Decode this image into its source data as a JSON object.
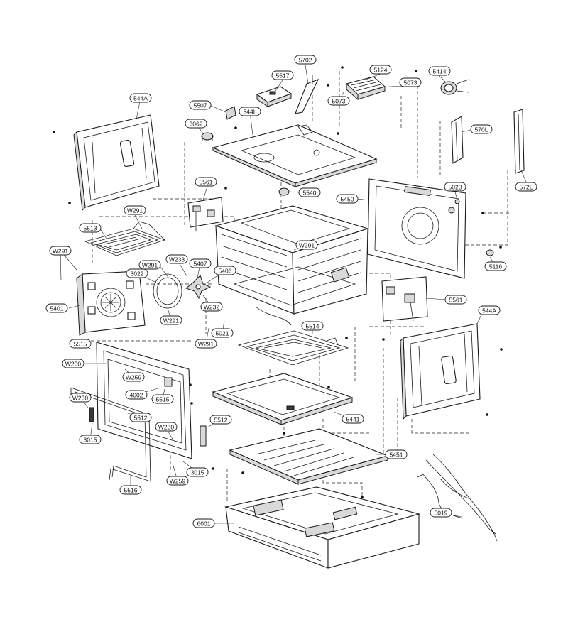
{
  "parts": [
    {
      "id": "p-5702",
      "label": "5702"
    },
    {
      "id": "p-5517",
      "label": "5517"
    },
    {
      "id": "p-5124",
      "label": "5124"
    },
    {
      "id": "p-5414",
      "label": "5414"
    },
    {
      "id": "p-5073a",
      "label": "5073"
    },
    {
      "id": "p-5073b",
      "label": "5073"
    },
    {
      "id": "p-544A-top",
      "label": "544A"
    },
    {
      "id": "p-5507",
      "label": "5507"
    },
    {
      "id": "p-544L",
      "label": "544L"
    },
    {
      "id": "p-3062",
      "label": "3062"
    },
    {
      "id": "p-570L",
      "label": "570L"
    },
    {
      "id": "p-5561-top",
      "label": "5561"
    },
    {
      "id": "p-5540",
      "label": "5540"
    },
    {
      "id": "p-5450",
      "label": "5450"
    },
    {
      "id": "p-5020",
      "label": "5020"
    },
    {
      "id": "p-572L",
      "label": "572L"
    },
    {
      "id": "p-W291-a",
      "label": "W291"
    },
    {
      "id": "p-5513",
      "label": "5513"
    },
    {
      "id": "p-W291-b",
      "label": "W291"
    },
    {
      "id": "p-W291-c",
      "label": "W291"
    },
    {
      "id": "p-W233",
      "label": "W233"
    },
    {
      "id": "p-W291-d",
      "label": "W291"
    },
    {
      "id": "p-5407",
      "label": "5407"
    },
    {
      "id": "p-3022",
      "label": "3022"
    },
    {
      "id": "p-5406",
      "label": "5406"
    },
    {
      "id": "p-5116",
      "label": "5116"
    },
    {
      "id": "p-5401",
      "label": "5401"
    },
    {
      "id": "p-W232",
      "label": "W232"
    },
    {
      "id": "p-5561-mid",
      "label": "5561"
    },
    {
      "id": "p-W291-e",
      "label": "W291"
    },
    {
      "id": "p-544A-right",
      "label": "544A"
    },
    {
      "id": "p-5021",
      "label": "5021"
    },
    {
      "id": "p-5514",
      "label": "5514"
    },
    {
      "id": "p-W291-f",
      "label": "W291"
    },
    {
      "id": "p-5515-a",
      "label": "5515"
    },
    {
      "id": "p-W230-a",
      "label": "W230"
    },
    {
      "id": "p-W259-a",
      "label": "W259"
    },
    {
      "id": "p-W230-b",
      "label": "W230"
    },
    {
      "id": "p-4002",
      "label": "4002"
    },
    {
      "id": "p-5515-b",
      "label": "5515"
    },
    {
      "id": "p-5512-a",
      "label": "5512"
    },
    {
      "id": "p-5441",
      "label": "5441"
    },
    {
      "id": "p-W230-c",
      "label": "W230"
    },
    {
      "id": "p-5512-b",
      "label": "5512"
    },
    {
      "id": "p-3015-a",
      "label": "3015"
    },
    {
      "id": "p-5451",
      "label": "5451"
    },
    {
      "id": "p-3015-b",
      "label": "3015"
    },
    {
      "id": "p-W259-b",
      "label": "W259"
    },
    {
      "id": "p-5516",
      "label": "5516"
    },
    {
      "id": "p-5019",
      "label": "5019"
    },
    {
      "id": "p-6001",
      "label": "6001"
    }
  ]
}
